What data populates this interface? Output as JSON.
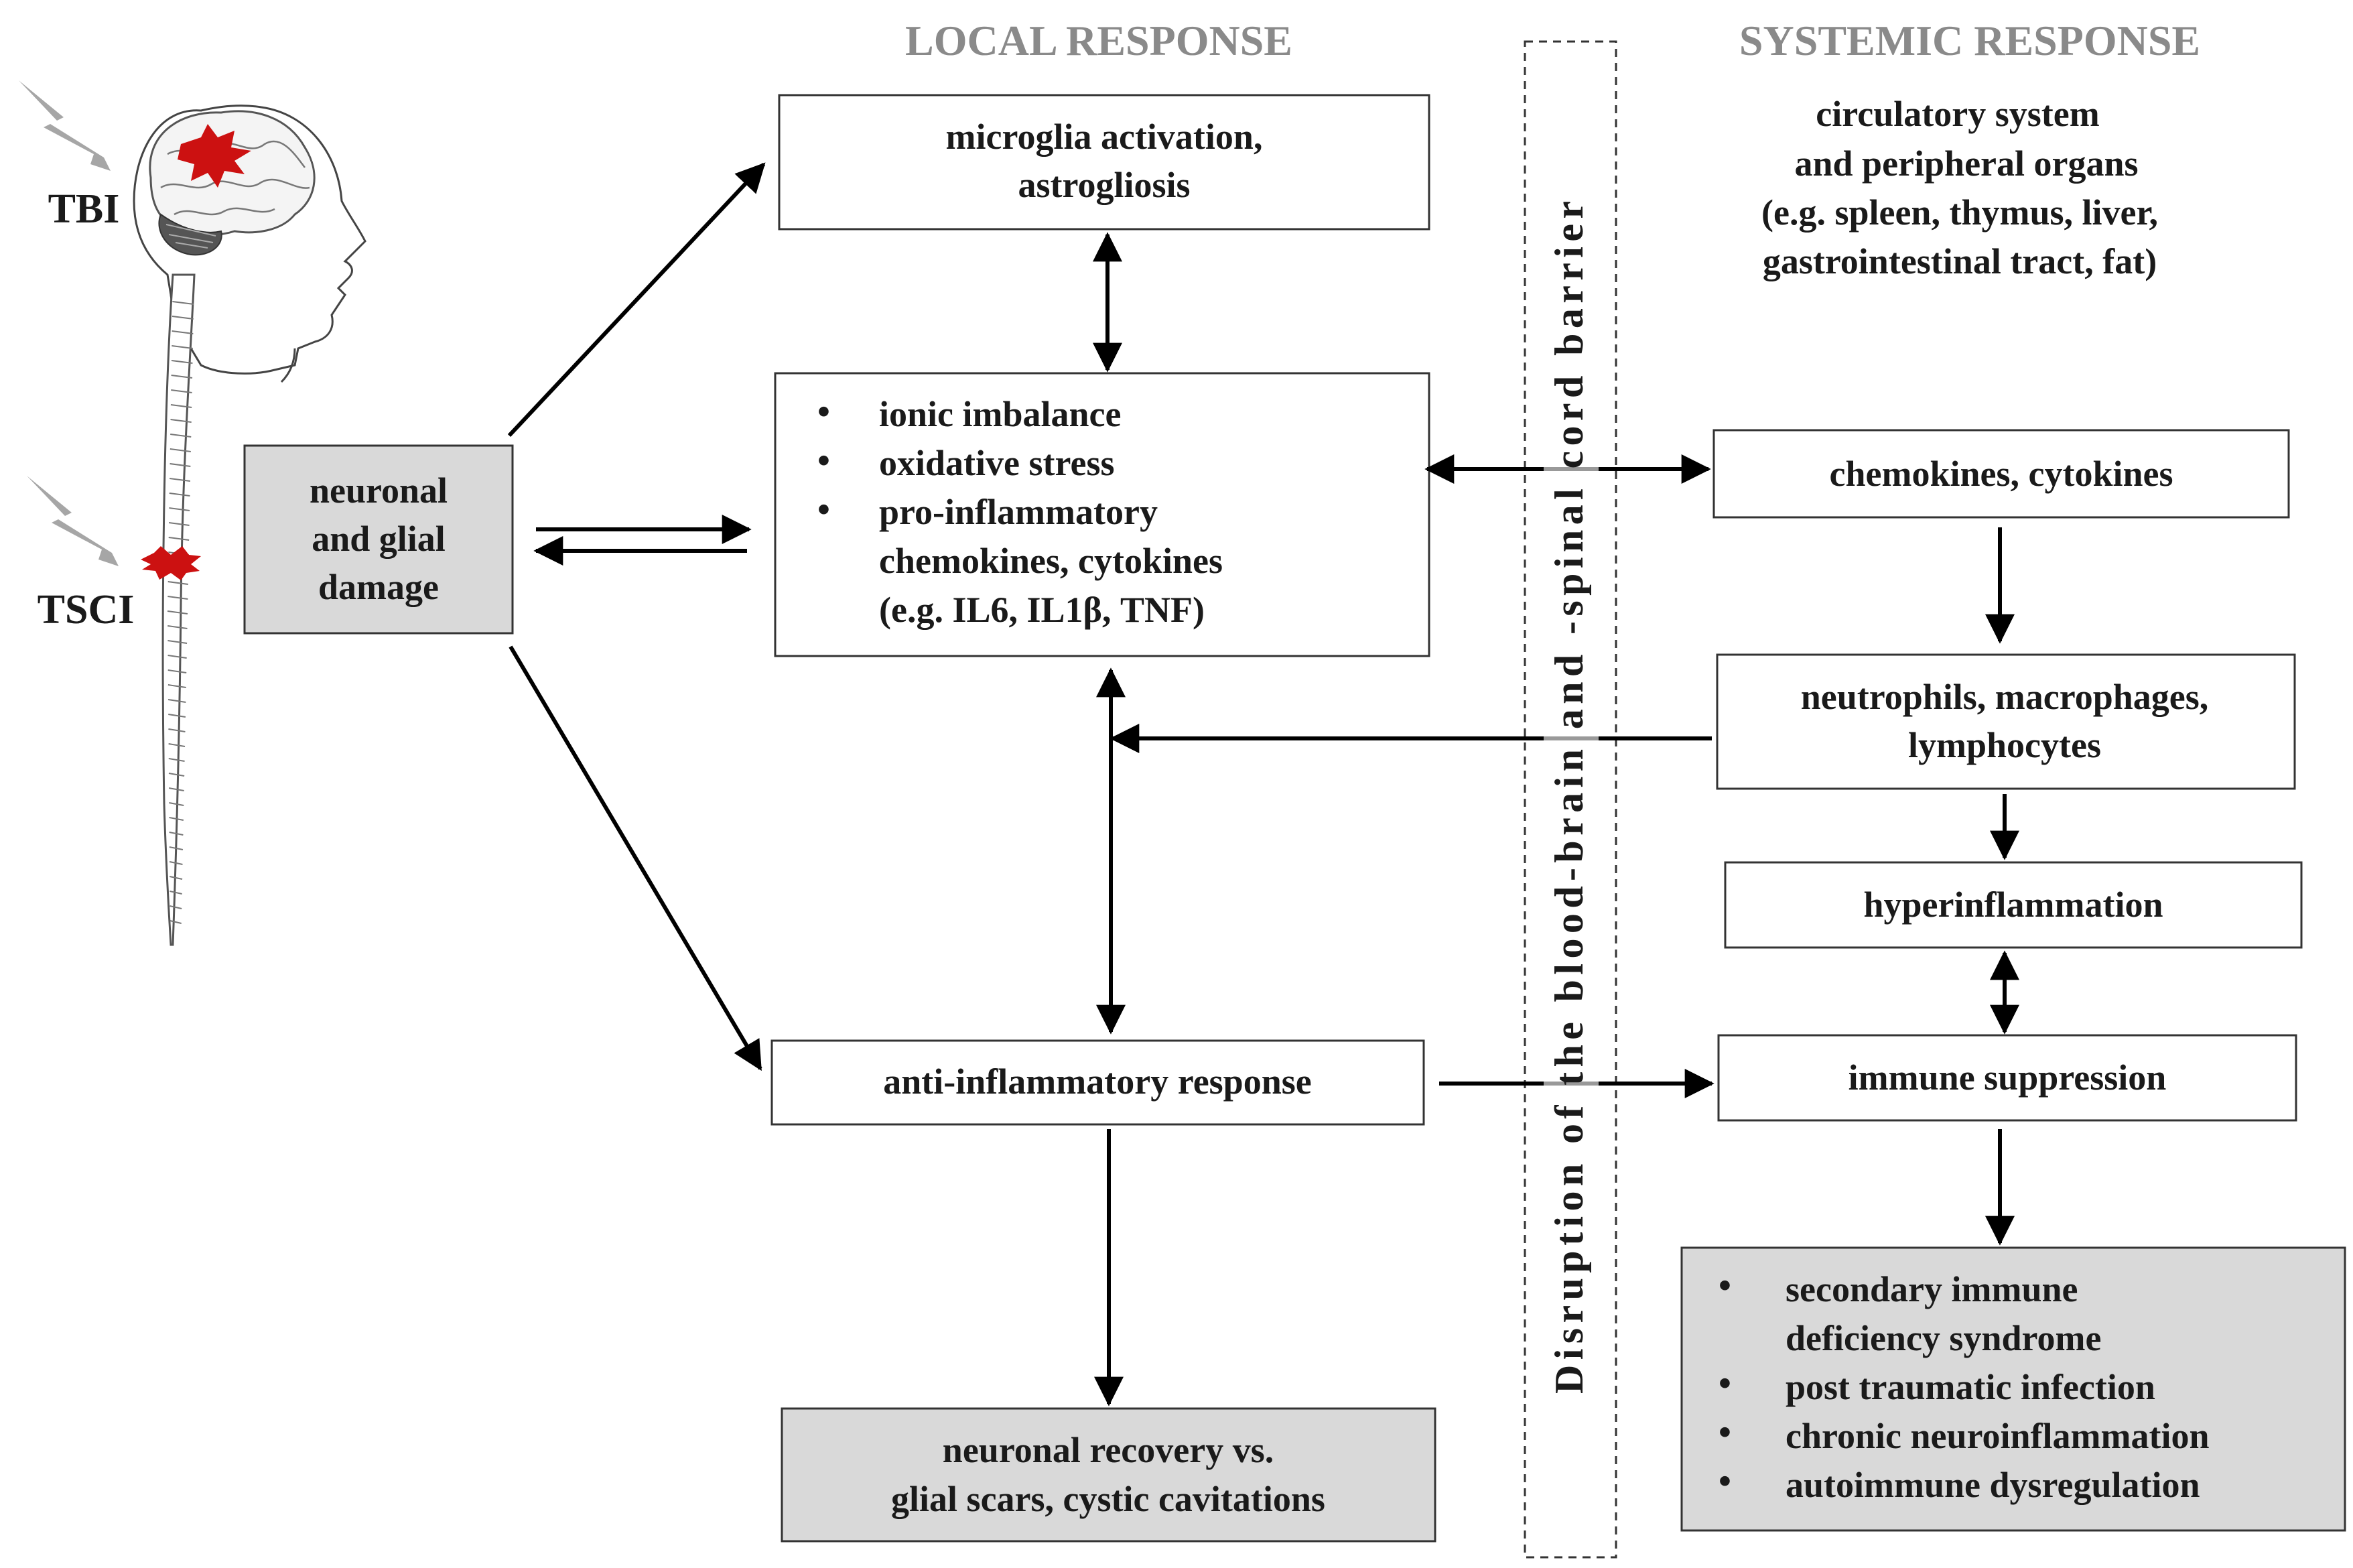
{
  "headers": {
    "local": "LOCAL RESPONSE",
    "systemic": "SYSTEMIC RESPONSE"
  },
  "injury_labels": {
    "tbi": "TBI",
    "tsci": "TSCI"
  },
  "nodes": {
    "damage": [
      "neuronal",
      "and glial",
      "damage"
    ],
    "microglia": [
      "microglia activation,",
      "astrogliosis"
    ],
    "ionic": {
      "bullets": [
        "ionic imbalance",
        "oxidative stress",
        "pro-inflammatory"
      ],
      "continuation": [
        "chemokines, cytokines",
        "(e.g. IL6, IL1β, TNF)"
      ]
    },
    "anti_inflammatory": "anti-inflammatory response",
    "recovery": [
      "neuronal recovery vs.",
      "glial scars, cystic cavitations"
    ],
    "circulatory": [
      "circulatory system",
      "and peripheral organs",
      "(e.g. spleen, thymus, liver,",
      "gastrointestinal tract, fat)"
    ],
    "chemokines": "chemokines, cytokines",
    "neutrophils": [
      "neutrophils, macrophages,",
      "lymphocytes"
    ],
    "hyperinflammation": "hyperinflammation",
    "immune_suppression": "immune suppression",
    "outcomes": {
      "bullets": [
        "secondary immune",
        "post traumatic infection",
        "chronic neuroinflammation",
        "autoimmune dysregulation"
      ],
      "continuation_after_first": "deficiency  syndrome"
    }
  },
  "barrier_label": "Disruption of the blood-brain and -spinal cord barrier",
  "colors": {
    "text": "#1a1a1a",
    "header_gray": "#8a8a8a",
    "shaded_box": "#d9d9d9",
    "lesion_red": "#cc1111",
    "bolt_gray": "#a6a6a6"
  },
  "icons": [
    "brain-illustration",
    "spinal-cord-illustration",
    "lightning-bolt-icon",
    "lesion-burst-icon",
    "bullet-icon"
  ]
}
